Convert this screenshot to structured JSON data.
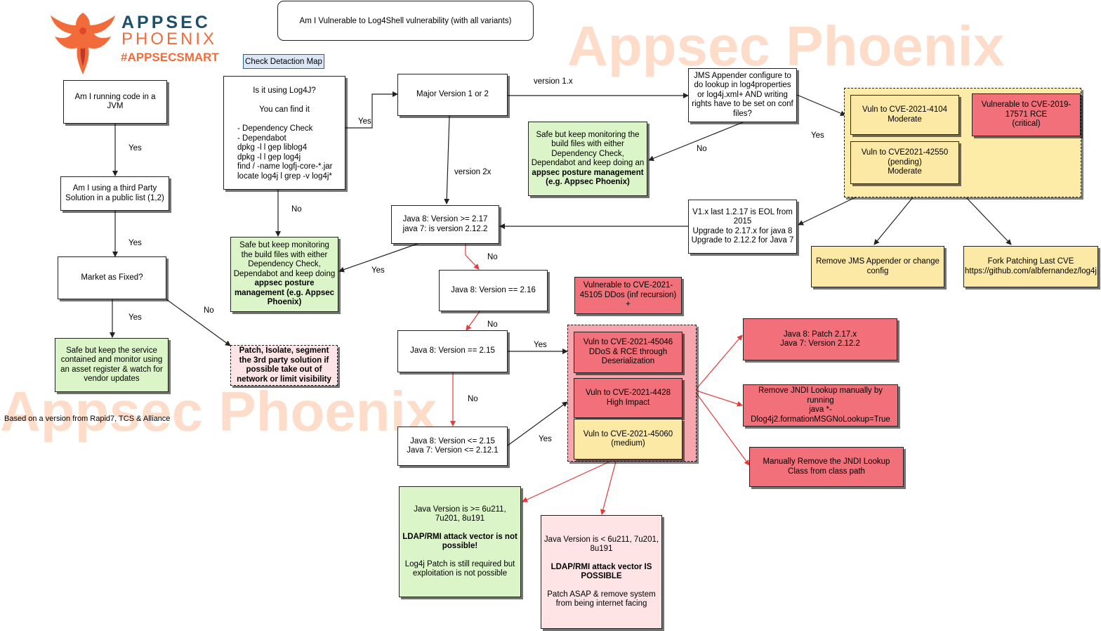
{
  "title": "Am I Vulnerable to Log4Shell vulnerability (with all variants)",
  "detection_map_link": "Check Detaction Map",
  "logo": {
    "line1": "APPSEC",
    "line2": "PHOENIX",
    "tagline": "#APPSECSMART"
  },
  "watermark": "Appsec Phoenix",
  "footnote": "Based on a version from Rapid7, TCS & Alliance",
  "nodes": {
    "jvm": "Am I running code in a JVM",
    "third_party": "Am I using a third Party Solution in a public list (1,2)",
    "market_fixed": "Market as Fixed?",
    "safe_service": "Safe but keep the service contained and monitor using an asset register & watch for vendor updates",
    "patch_isolate": "Patch, Isolate, segment the 3rd party solution if possible take out of network or limit visibility",
    "using_log4j": "Is it using Log4J?\n\nYou can find it\n\n",
    "find_tools": "- Dependency Check\n- Dependabot\ndpkg -l l gep liblog4\ndpkg -l l gep log4j\nfind / -name logfj-core-*.jar\nlocate log4j l grep -v log4j*",
    "safe_build_1": "Safe but keep monitoring the build files with either Dependency Check, Dependabot and keep doing",
    "safe_build_1_bold": "appsec posture management (e.g. Appsec Phoenix)",
    "major_version": "Major Version 1 or 2",
    "jms_appender": "JMS Appender configure to do lookup in log4properties or log4j.xml+ AND writing rights have to be set on conf files?",
    "safe_build_2": "Safe but keep monitoring the build files with either Dependency Check, Dependabot and keep doing an",
    "safe_build_2_bold": "appsec posture management (e.g. Appsec Phoenix)",
    "cve_4104": "Vuln to CVE-2021-4104\nModerate",
    "cve_17571": "Vulnerable to CVE-2019-17571 RCE\n(critical)",
    "cve_42550": "Vuln to CVE2021-42550\n(pending)\nModerate",
    "v1_eol": "V1.x last 1.2.17 is EOL from 2015\nUpgrade to 2.17.x for java 8\nUpgrade to 2.12.2 for Java 7",
    "remove_jms": "Remove JMS Appender or change config",
    "fork_patching": "Fork Patching Last CVE\nhttps://github.com/albfernandez/log4j",
    "java8_217": "Java 8: Version >= 2.17\njava 7: is version 2.12.2",
    "java8_216": "Java 8: Version == 2.16",
    "cve_45105": "Vulnerable to CVE-2021-45105 DDos (inf recursion) +",
    "java8_215": "Java 8: Version == 2.15",
    "java8_le215": "Java 8: Version <= 2.15\nJava 7: Version <= 2.12.1",
    "cve_45046": "Vuln to CVE-2021-45046\nDDoS & RCE through Deserialization",
    "cve_44228": "Vuln to CVE-2021-4428\nHigh Impact",
    "cve_45060": "Vuln to CVE-2021-45060\n(medium)",
    "patch_217": "Java 8: Patch 2.17.x\nJava 7: Version 2.12.2",
    "remove_jndi": "Remove JNDI  Lookup manually by running\njava *-Dlog4j2.formationMSGNoLookup=True",
    "remove_class": "Manually Remove the JNDI Lookup Class from class path",
    "java_ge": "Java Version is >= 6u211, 7u201, 8u191",
    "java_ge_bold": "LDAP/RMI attack vector is not possible!",
    "java_ge_note": "Log4j Patch is still required but exploitation is not possible",
    "java_lt": "Java Version is < 6u211, 7u201, 8u191",
    "java_lt_bold": "LDAP/RMI attack vector IS POSSIBLE",
    "java_lt_note": "Patch ASAP & remove system from being internet facing"
  },
  "edge_labels": {
    "yes": "Yes",
    "no": "No",
    "version_1x": "version 1.x",
    "version_2x": "version 2x"
  },
  "colors": {
    "green": "#dcf5c8",
    "yellow": "#fde9a6",
    "red": "#f2707a",
    "logo_blue": "#1c4f6e",
    "logo_orange": "#f26b3a"
  }
}
